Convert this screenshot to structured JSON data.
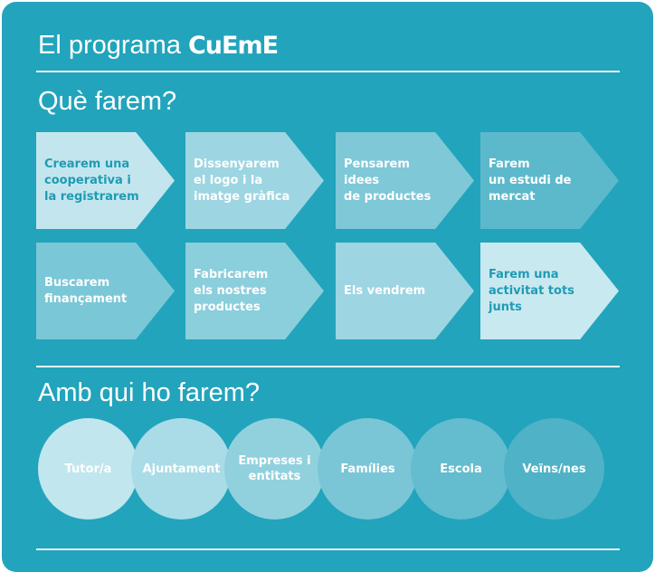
{
  "header": {
    "title": "El programa",
    "logo": "CuEmE"
  },
  "section1": {
    "title": "Què farem?",
    "steps": [
      {
        "label": "Crearem una\ncooperativa i\nla registrarem",
        "color": "#c3e6ee",
        "dark": true
      },
      {
        "label": "Dissenyarem\nel logo i la\nimatge gràfica",
        "color": "#9dd5e2",
        "dark": false
      },
      {
        "label": "Pensarem\nidees\nde productes",
        "color": "#7ec8d8",
        "dark": false
      },
      {
        "label": "Farem\nun estudi de\nmercat",
        "color": "#5cb9cc",
        "dark": false
      },
      {
        "label": "Buscarem\nfinançament",
        "color": "#7ac7d7",
        "dark": false
      },
      {
        "label": "Fabricarem\nels nostres\nproductes",
        "color": "#8bcedc",
        "dark": false
      },
      {
        "label": "Els vendrem",
        "color": "#9dd5e2",
        "dark": false
      },
      {
        "label": "Farem una\nactivitat tots\njunts",
        "color": "#c8e9f0",
        "dark": true
      }
    ]
  },
  "section2": {
    "title": "Amb qui ho farem?",
    "partners": [
      {
        "label": "Tutor/a",
        "color": "#c1e6ee"
      },
      {
        "label": "Ajuntament",
        "color": "#a9dce7"
      },
      {
        "label": "Empreses i\nentitats",
        "color": "#91d1de"
      },
      {
        "label": "Famílies",
        "color": "#7ac6d6"
      },
      {
        "label": "Escola",
        "color": "#64bccf"
      },
      {
        "label": "Veïns/nes",
        "color": "#4fb2c6"
      }
    ]
  }
}
